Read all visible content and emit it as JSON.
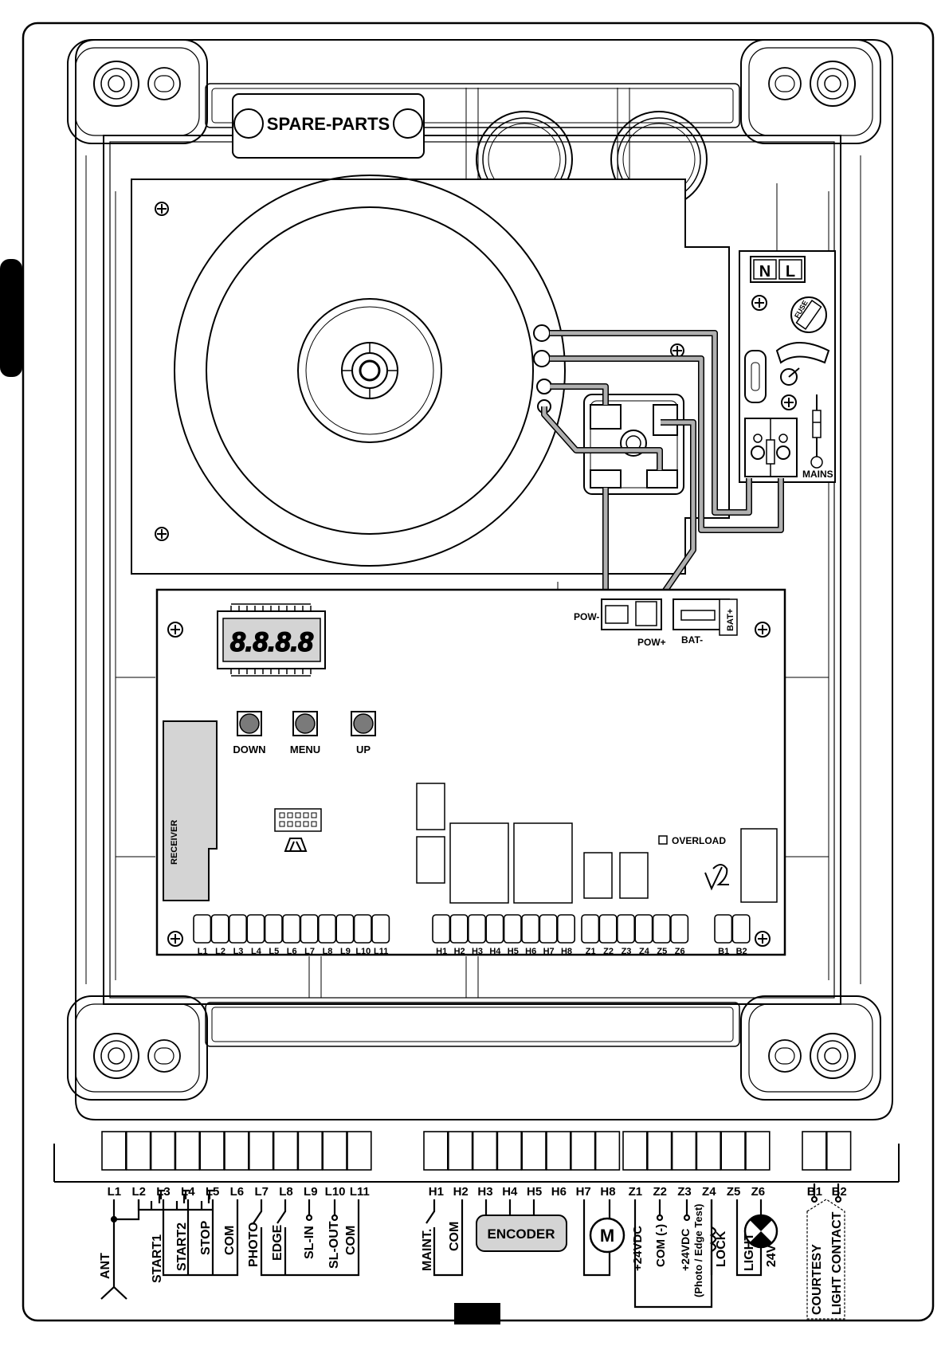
{
  "labels": {
    "spare_parts": "SPARE-PARTS",
    "n": "N",
    "l": "L",
    "fuse": "FUSE",
    "mains": "MAINS",
    "pow_minus": "POW-",
    "pow_plus": "POW+",
    "bat_minus": "BAT-",
    "bat_plus": "BAT+",
    "display": "8.8.8.8",
    "down": "DOWN",
    "menu": "MENU",
    "up": "UP",
    "receiver": "RECEIVER",
    "overload": "OVERLOAD",
    "motor": "M",
    "encoder": "ENCODER"
  },
  "board_terminals": {
    "l": [
      "L1",
      "L2",
      "L3",
      "L4",
      "L5",
      "L6",
      "L7",
      "L8",
      "L9",
      "L10",
      "L11"
    ],
    "h": [
      "H1",
      "H2",
      "H3",
      "H4",
      "H5",
      "H6",
      "H7",
      "H8"
    ],
    "z": [
      "Z1",
      "Z2",
      "Z3",
      "Z4",
      "Z5",
      "Z6"
    ],
    "b": [
      "B1",
      "B2"
    ]
  },
  "wiring_labels": {
    "ant": "ANT",
    "start1": "START1",
    "start2": "START2",
    "stop": "STOP",
    "com_l6": "COM",
    "photo": "PHOTO",
    "edge": "EDGE",
    "sl_in": "SL-IN",
    "sl_out": "SL-OUT",
    "com_l11": "COM",
    "maint": "MAINT.",
    "com_h2": "COM",
    "plus24": "+24VDC",
    "com_minus": "COM (-)",
    "plus24_test": "+24VDC",
    "photo_edge_test": "(Photo / Edge Test)",
    "lock": "LOCK",
    "light": "LIGHT",
    "v24": "24V",
    "courtesy": "COURTESY",
    "light_contact": "LIGHT CONTACT"
  }
}
